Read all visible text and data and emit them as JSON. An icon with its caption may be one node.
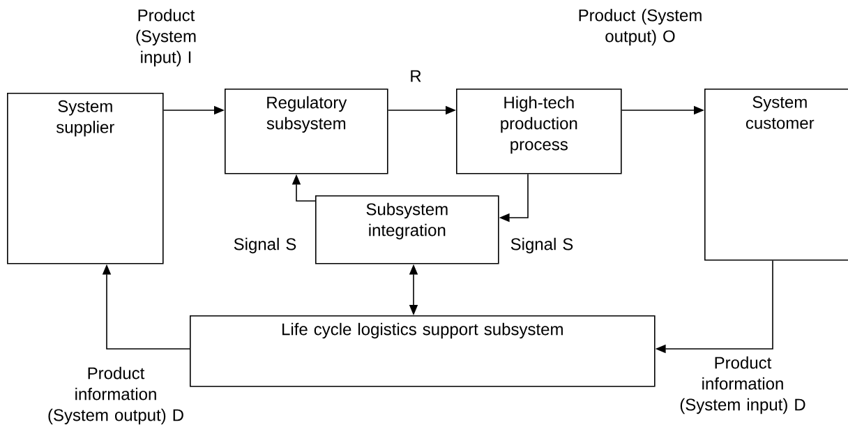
{
  "diagram": {
    "nodes": [
      {
        "text": [
          "System supplier"
        ]
      },
      {
        "text": [
          "Regulatory subsystem"
        ]
      },
      {
        "text": [
          "High-tech production process"
        ]
      },
      {
        "text": [
          "System customer"
        ]
      },
      {
        "text": [
          "Subsystem integration"
        ]
      },
      {
        "text": [
          "Life cycle logistics support subsystem"
        ]
      }
    ],
    "edges": [
      {
        "from": 0,
        "to": 1,
        "arrow": "to"
      },
      {
        "from": 1,
        "to": 2,
        "arrow": "to"
      },
      {
        "from": 2,
        "to": 3,
        "arrow": "to"
      },
      {
        "from": 4,
        "to": 1,
        "arrow": "to"
      },
      {
        "from": 2,
        "to": 4,
        "arrow": "to"
      },
      {
        "from": 4,
        "to": 5,
        "arrow": "both"
      },
      {
        "from": 5,
        "to": 0,
        "arrow": "to"
      },
      {
        "from": 3,
        "to": 5,
        "arrow": "to"
      }
    ],
    "labels": [
      "Product (System input) I",
      "Product (System output) O",
      "R",
      "Signal S",
      "Signal S",
      "Product information (System input) D",
      "Product information (System output) D"
    ]
  }
}
